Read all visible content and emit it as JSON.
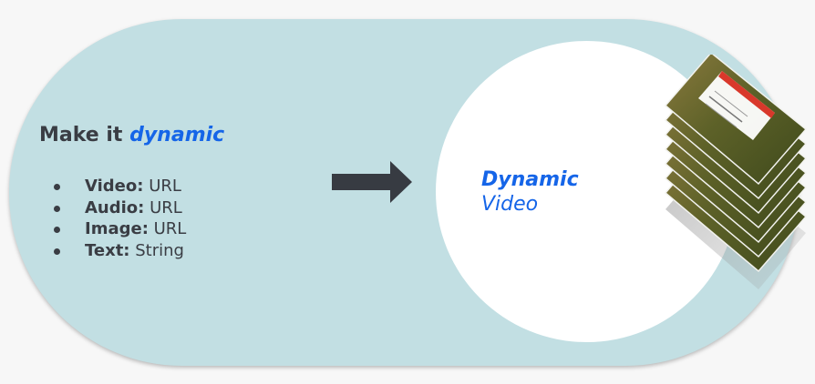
{
  "input": {
    "heading_prefix": "Make it",
    "heading_emphasis": "dynamic",
    "fields": [
      {
        "name": "Video:",
        "type": "URL"
      },
      {
        "name": "Audio:",
        "type": "URL"
      },
      {
        "name": "Image:",
        "type": "URL"
      },
      {
        "name": "Text:",
        "type": "String"
      }
    ]
  },
  "output": {
    "title": "Dynamic",
    "subtitle": "Video"
  },
  "colors": {
    "pill": "#c2dfe3",
    "accent": "#1565e8",
    "text": "#3a3d44",
    "arrow": "#373b42"
  }
}
